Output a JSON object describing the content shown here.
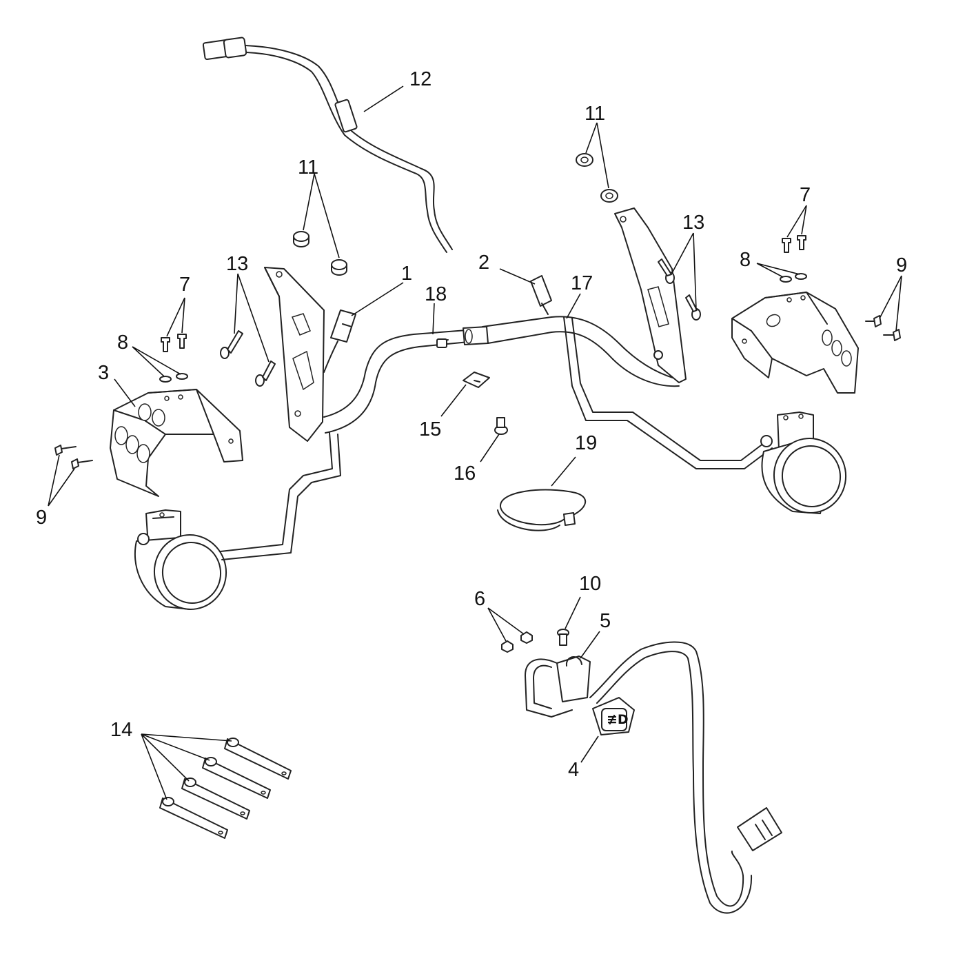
{
  "callouts": {
    "c1": "1",
    "c2": "2",
    "c3": "3",
    "c4": "4",
    "c5": "5",
    "c6": "6",
    "c7_left": "7",
    "c7_right": "7",
    "c8_left": "8",
    "c8_right": "8",
    "c9_left": "9",
    "c9_right": "9",
    "c10": "10",
    "c11_left": "11",
    "c11_right": "11",
    "c12": "12",
    "c13_left": "13",
    "c13_right": "13",
    "c14": "14",
    "c15": "15",
    "c16": "16",
    "c17": "17",
    "c18": "18",
    "c19": "19"
  },
  "switch_symbol": "≢D",
  "icons": {
    "fog_lamp": "fog-lamp-icon",
    "switch_face": "fog-light-symbol-icon"
  },
  "colors": {
    "line": "#222222",
    "background": "#ffffff"
  }
}
